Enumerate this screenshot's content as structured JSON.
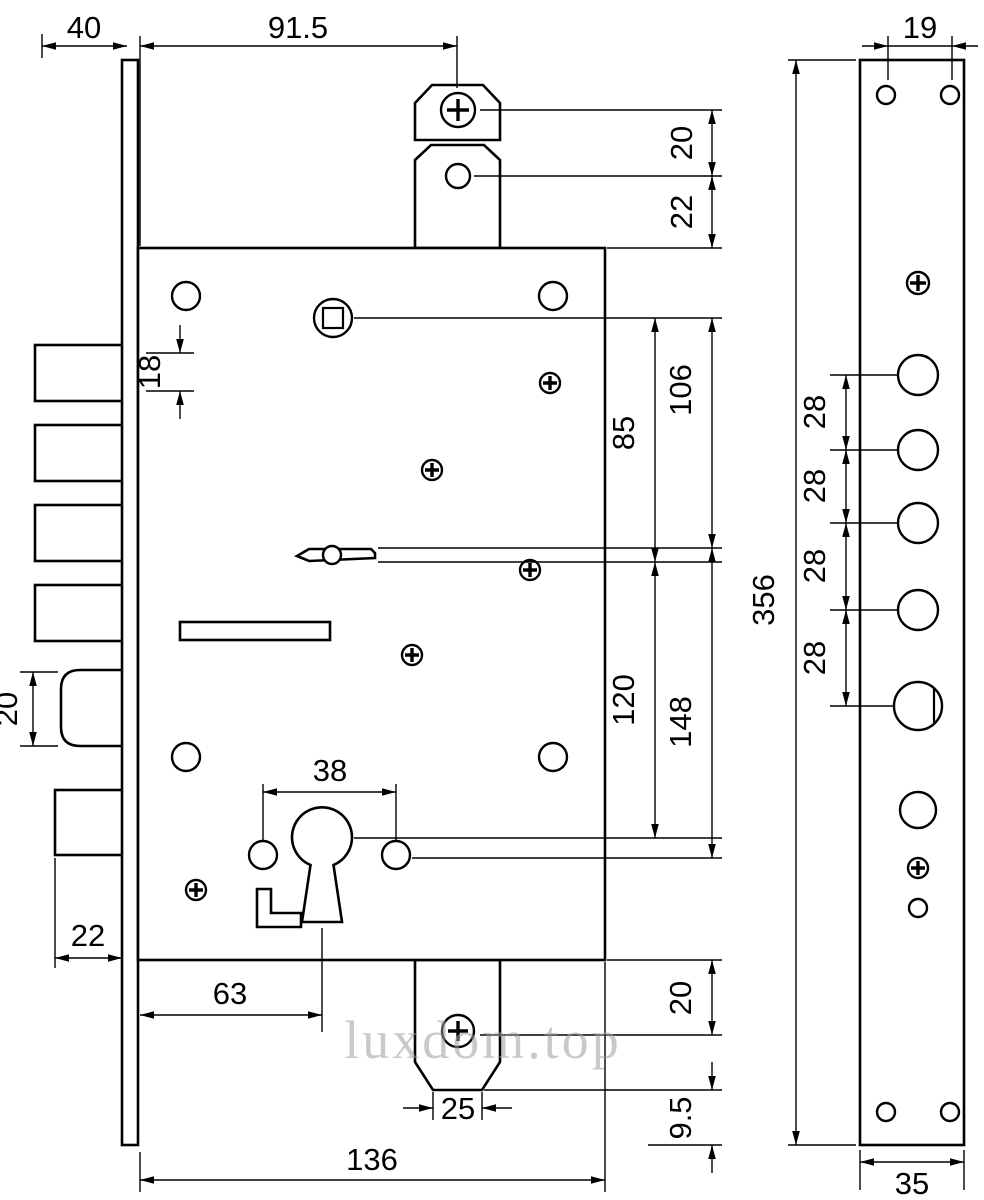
{
  "watermark": "luxdom.top",
  "dims": {
    "d40": "40",
    "d91_5": "91.5",
    "d19": "19",
    "d20_top": "20",
    "d22_top": "22",
    "d18": "18",
    "d85": "85",
    "d106": "106",
    "d120": "120",
    "d148": "148",
    "d20_left": "20",
    "d38": "38",
    "d22_bottom": "22",
    "d63": "63",
    "d25": "25",
    "d136": "136",
    "d20_bottom": "20",
    "d9_5": "9.5",
    "d28_1": "28",
    "d28_2": "28",
    "d28_3": "28",
    "d28_4": "28",
    "d356": "356",
    "d35": "35"
  }
}
